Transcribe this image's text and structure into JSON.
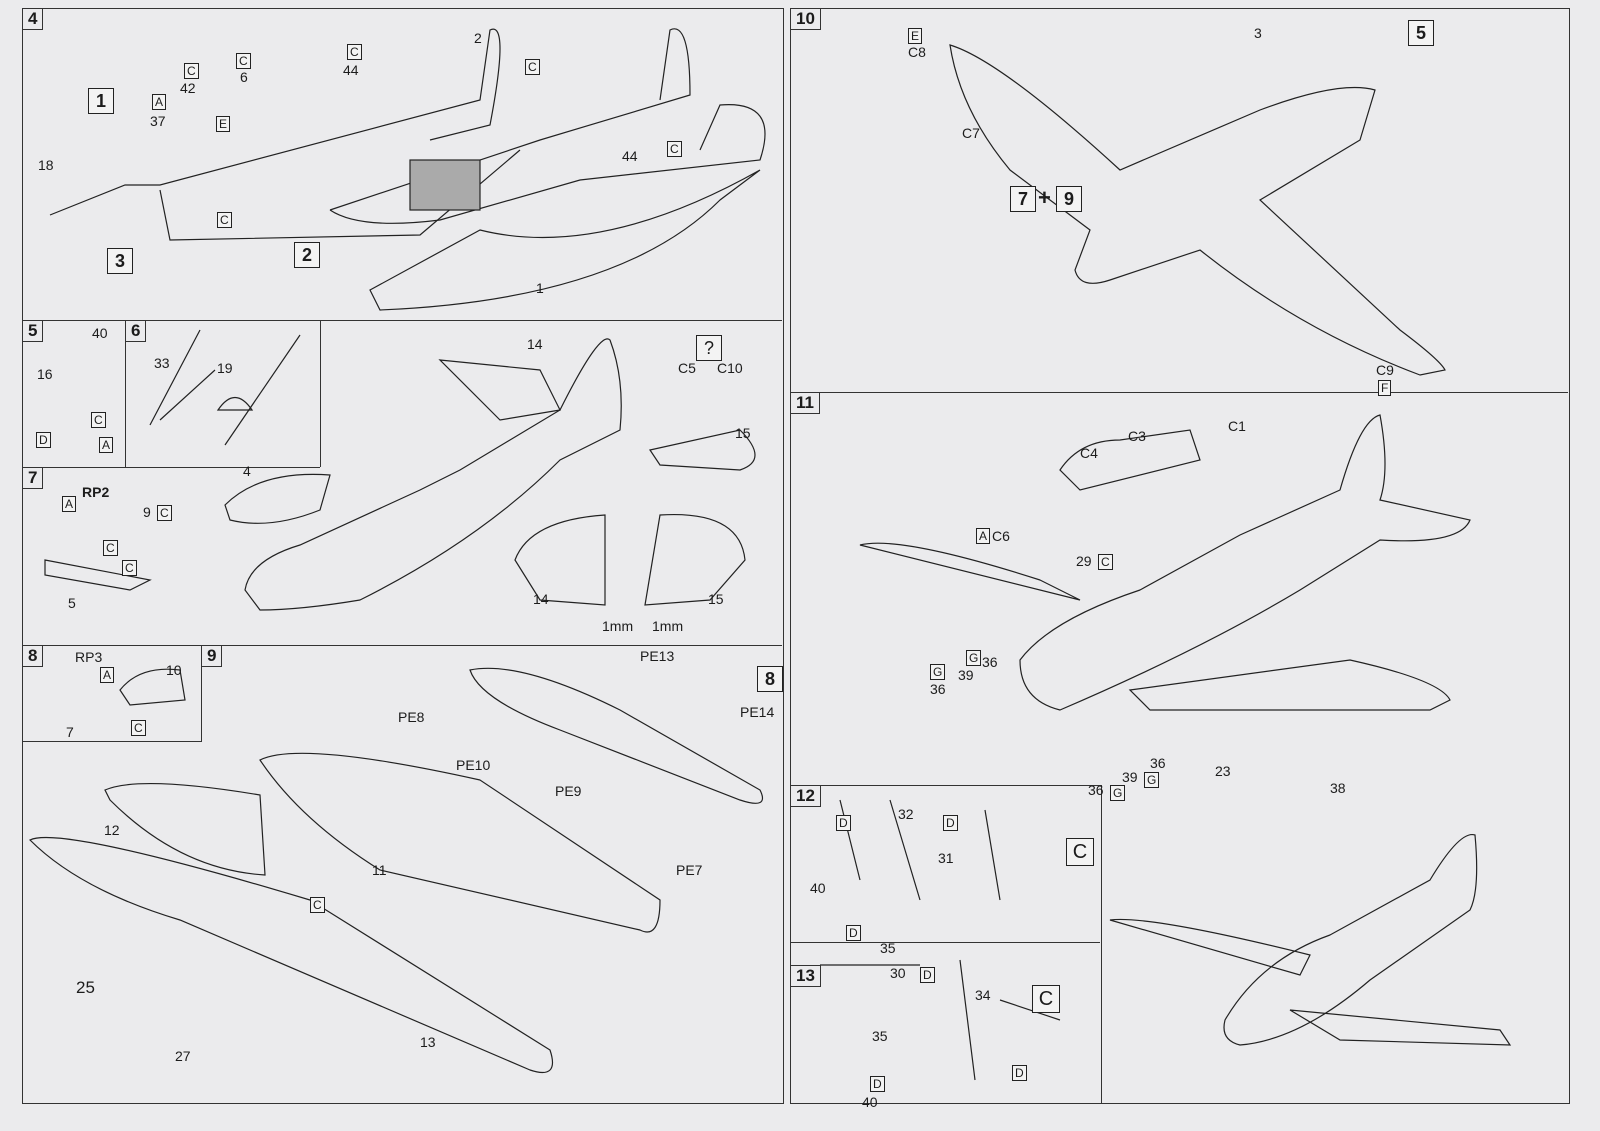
{
  "step4": {
    "number": "4",
    "labels": [
      "2",
      "44",
      "6",
      "42",
      "37",
      "18",
      "44",
      "1"
    ],
    "boxes": [
      "C",
      "C",
      "C",
      "C",
      "A",
      "E",
      "C",
      "C"
    ],
    "big": [
      "1",
      "3",
      "2"
    ]
  },
  "step5": {
    "number": "5",
    "labels": [
      "40",
      "16"
    ],
    "boxes": [
      "C",
      "D",
      "A"
    ]
  },
  "step6": {
    "number": "6",
    "labels": [
      "33",
      "19"
    ]
  },
  "step7": {
    "number": "7",
    "labels": [
      "RP2",
      "9",
      "5"
    ],
    "boxes": [
      "A",
      "C",
      "C",
      "C"
    ]
  },
  "step8": {
    "number": "8",
    "labels": [
      "RP3",
      "10",
      "7"
    ],
    "boxes": [
      "A",
      "C"
    ]
  },
  "middle": {
    "labels": [
      "14",
      "C5",
      "C10",
      "15",
      "4",
      "14",
      "15",
      "1mm",
      "1mm"
    ],
    "unknown_box": "?"
  },
  "step9": {
    "number": "9",
    "labels": [
      "PE13",
      "PE14",
      "PE8",
      "PE10",
      "PE9",
      "PE7",
      "12",
      "11",
      "25",
      "27",
      "13"
    ],
    "boxes": [
      "C"
    ],
    "ref_step": "8"
  },
  "step10": {
    "number": "10",
    "labels": [
      "C8",
      "3",
      "C7",
      "C9",
      "+"
    ],
    "boxes": [
      "E",
      "F"
    ],
    "big": [
      "5",
      "7",
      "9"
    ]
  },
  "step11": {
    "number": "11",
    "labels": [
      "C1",
      "C3",
      "C4",
      "C6",
      "29",
      "36",
      "39",
      "36",
      "36",
      "39",
      "23",
      "36",
      "38"
    ],
    "boxes": [
      "A",
      "C",
      "G",
      "G",
      "G",
      "G"
    ]
  },
  "step12": {
    "number": "12",
    "labels": [
      "32",
      "40",
      "31",
      "35"
    ],
    "boxes": [
      "D",
      "D",
      "D"
    ],
    "sprue": "C"
  },
  "step13": {
    "number": "13",
    "labels": [
      "30",
      "34",
      "35",
      "40"
    ],
    "boxes": [
      "D",
      "D",
      "D"
    ],
    "sprue": "C"
  }
}
